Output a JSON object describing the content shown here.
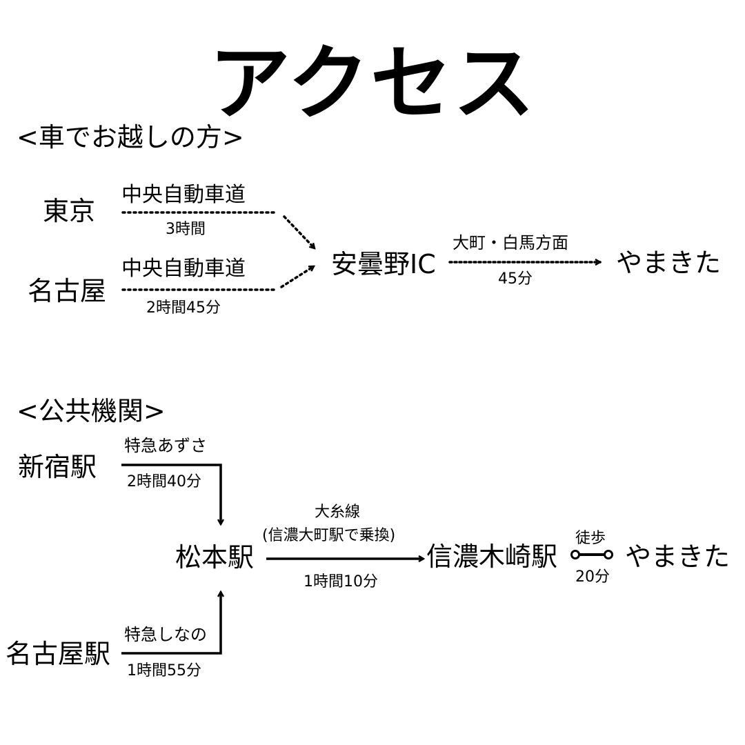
{
  "title": "アクセス",
  "car": {
    "heading": "<車でお越しの方>",
    "tokyo": {
      "label": "東京",
      "road": "中央自動車道",
      "time": "3時間"
    },
    "nagoya": {
      "label": "名古屋",
      "road": "中央自動車道",
      "time": "2時間45分"
    },
    "interchange": "安曇野IC",
    "final_route": "大町・白馬方面",
    "final_time": "45分",
    "destination": "やまきた"
  },
  "transit": {
    "heading": "<公共機関>",
    "shinjuku": {
      "label": "新宿駅",
      "train": "特急あずさ",
      "time": "2時間40分"
    },
    "nagoya": {
      "label": "名古屋駅",
      "train": "特急しなの",
      "time": "1時間55分"
    },
    "hub": "松本駅",
    "line": "大糸線",
    "transfer_note": "(信濃大町駅で乗換)",
    "line_time": "1時間10分",
    "station": "信濃木崎駅",
    "walk_label": "徒歩",
    "walk_time": "20分",
    "destination": "やまきた"
  },
  "colors": {
    "ink": "#000000",
    "background": "#ffffff"
  }
}
